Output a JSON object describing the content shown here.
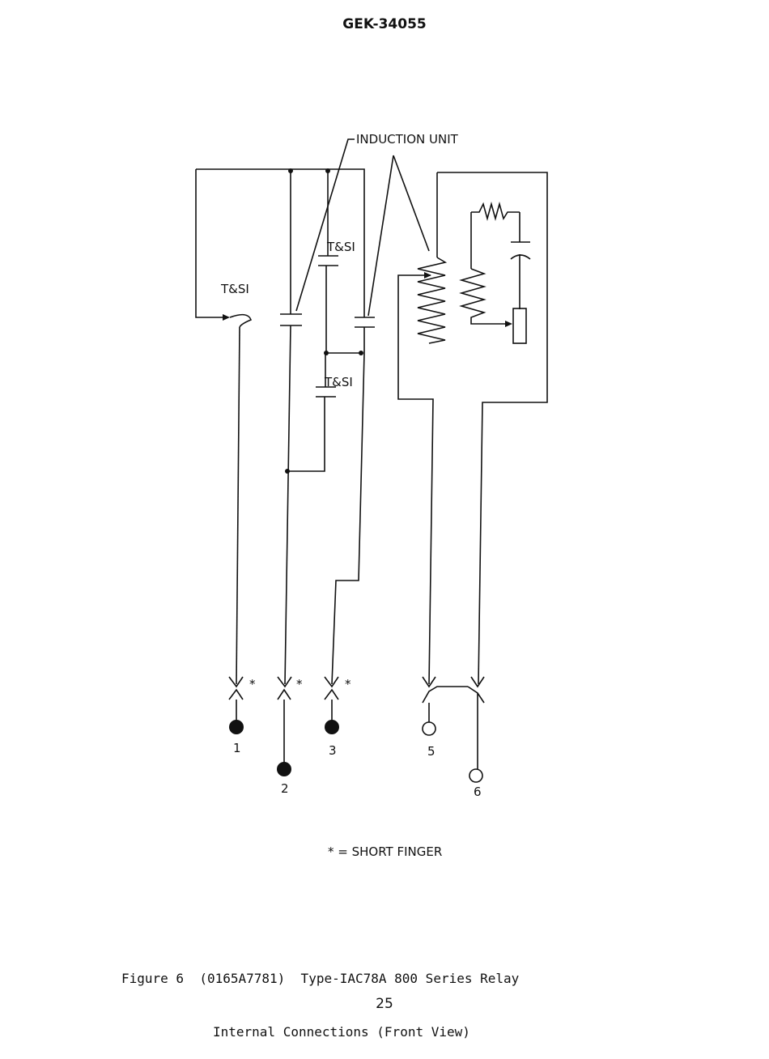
{
  "header": {
    "doc_id": "GEK-34055"
  },
  "diagram": {
    "induction_unit_label": "INDUCTION UNIT",
    "tsi_labels": [
      "T&SI",
      "T&SI",
      "T&SI"
    ],
    "terminals": [
      "1",
      "2",
      "3",
      "5",
      "6"
    ],
    "short_finger_symbol": "*",
    "legend": "* = SHORT FINGER"
  },
  "caption": {
    "line1": "Figure 6  (0165A7781)  Type-IAC78A 800 Series Relay",
    "line2": "Internal Connections (Front View)"
  },
  "page_number": "25"
}
